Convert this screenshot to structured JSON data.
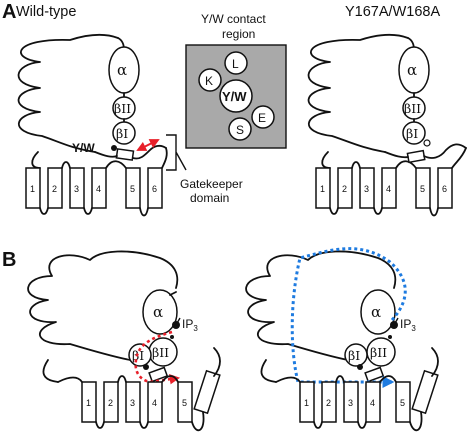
{
  "panel_a": {
    "letter": "A",
    "left_title": "Wild-type",
    "right_title": "Y167A/W168A",
    "domain_labels": {
      "alpha": "α",
      "beta_two": "βII",
      "beta_one": "βI"
    },
    "yw_label": "Y/W",
    "gatekeeper_label_line1": "Gatekeeper",
    "gatekeeper_label_line2": "domain",
    "arrow_color": "#e8202a",
    "inset": {
      "title_line1": "Y/W contact",
      "title_line2": "region",
      "background": "#a9a9a9",
      "residues": [
        "K",
        "L",
        "Y/W",
        "E",
        "S"
      ]
    }
  },
  "panel_b": {
    "letter": "B",
    "ip3_label": "IP",
    "ip3_subscript": "3",
    "left_path_color": "#e8202a",
    "right_path_color": "#1e7be0"
  },
  "tm_segment_numbers": [
    "1",
    "2",
    "3",
    "4",
    "5",
    "6"
  ]
}
